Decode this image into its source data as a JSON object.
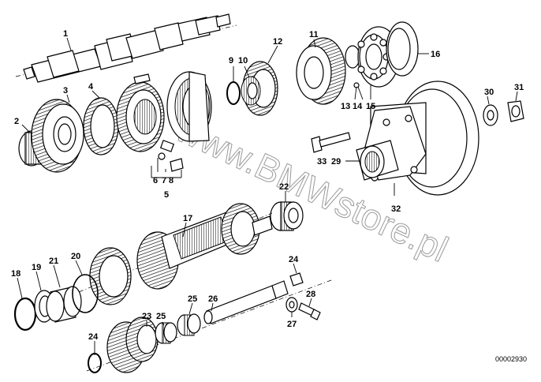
{
  "watermark": "www.BMWstore.pl",
  "reference_number": "00002930",
  "callouts": {
    "c1": "1",
    "c2": "2",
    "c3": "3",
    "c4": "4",
    "c5": "5",
    "c6": "6",
    "c7": "7",
    "c8": "8",
    "c9": "9",
    "c10": "10",
    "c11": "11",
    "c12": "12",
    "c13": "13",
    "c14": "14",
    "c15": "15",
    "c16": "16",
    "c17": "17",
    "c18": "18",
    "c19": "19",
    "c20": "20",
    "c21": "21",
    "c22": "22",
    "c23": "23",
    "c24a": "24",
    "c24b": "24",
    "c25a": "25",
    "c25b": "25",
    "c26": "26",
    "c27": "27",
    "c28": "28",
    "c29": "29",
    "c30": "30",
    "c31": "31",
    "c32": "32",
    "c33": "33"
  }
}
